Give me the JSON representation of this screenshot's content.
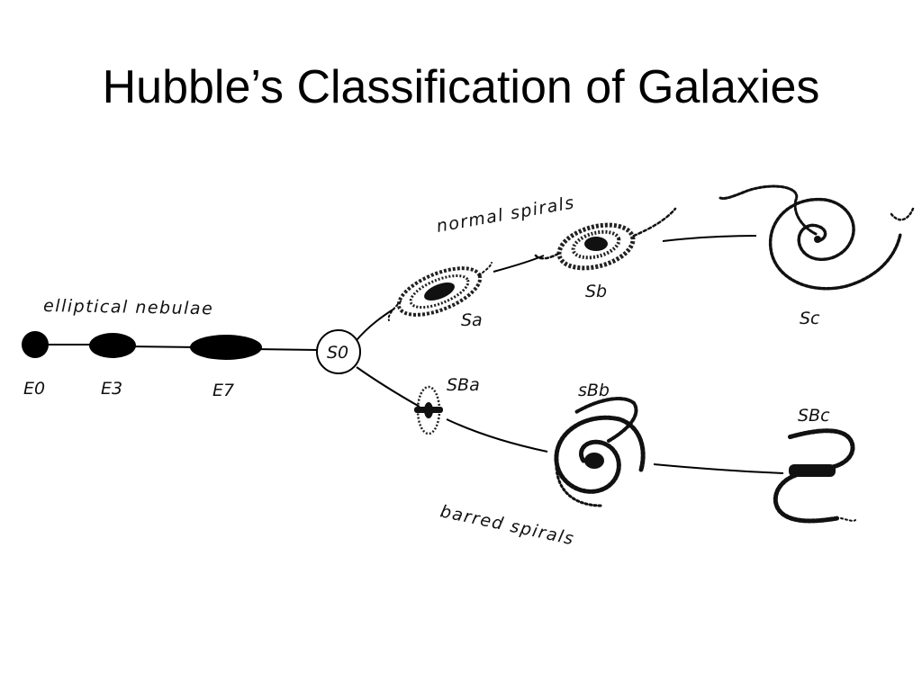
{
  "title": "Hubble’s Classification of Galaxies",
  "diagram": {
    "group_labels": {
      "elliptical": "elliptical nebulae",
      "normal": "normal spirals",
      "barred": "barred spirals"
    },
    "classes": {
      "E0": "E0",
      "E3": "E3",
      "E7": "E7",
      "S0": "S0",
      "Sa": "Sa",
      "Sb": "Sb",
      "Sc": "Sc",
      "SBa": "SBa",
      "SBb": "sBb",
      "SBc": "SBc"
    }
  }
}
